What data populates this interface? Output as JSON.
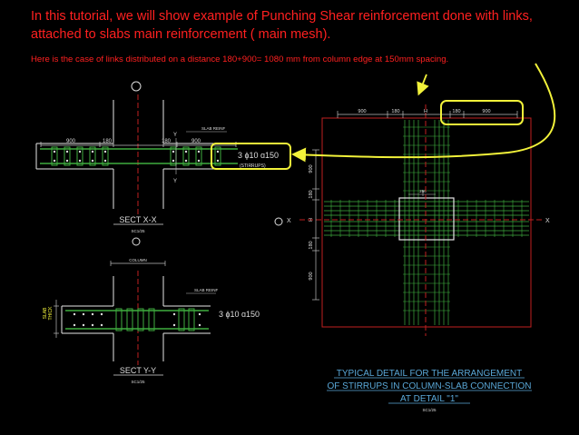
{
  "header": {
    "line1": "In this tutorial, we will show example of Punching Shear reinforcement done with links,",
    "line2": "attached to slabs main reinforcement ( main mesh).",
    "subline": "Here is the case of  links distributed on a distance 180+900= 1080  mm from column edge at 150mm spacing."
  },
  "sect_xx": {
    "dim_left_900": "900",
    "dim_left_180": "180",
    "dim_right_180": "180",
    "dim_right_900": "900",
    "y_top": "Y",
    "y_bottom": "Y",
    "slab_reinf": "SLAB REINF",
    "callout_main": "3 ɸ10 ɑ150",
    "callout_sub": "(STIRRUPS)",
    "title": "SECT  X-X",
    "scale": "SC1/25"
  },
  "sect_yy": {
    "column": "COLUMN",
    "slab_thick": "SLAB\nTHICK",
    "slab_reinf": "SLAB REINF",
    "callout_main": "3 ɸ10  ɑ150",
    "title": "SECT  Y-Y",
    "scale": "SC1/25"
  },
  "plan": {
    "top_dims": [
      "900",
      "180",
      "H",
      "180",
      "900"
    ],
    "left_dims": [
      "900",
      "180",
      "H",
      "180",
      "900"
    ],
    "x_left": "X",
    "x_right": "X",
    "inner_dim": "250",
    "title_line1": "TYPICAL DETAIL FOR THE ARRANGEMENT",
    "title_line2": "OF STIRRUPS IN COLUMN-SLAB CONNECTION",
    "title_line3": "AT DETAIL \"1\"",
    "scale": "SC1/25"
  },
  "colors": {
    "background": "#000000",
    "header_text": "#ff2020",
    "annotation_yellow": "#f2f23a",
    "rebar_green": "#3fae3f",
    "column_white": "#e6e6e6",
    "frame_red": "#c02020",
    "title_cyan": "#5aa8d8"
  }
}
